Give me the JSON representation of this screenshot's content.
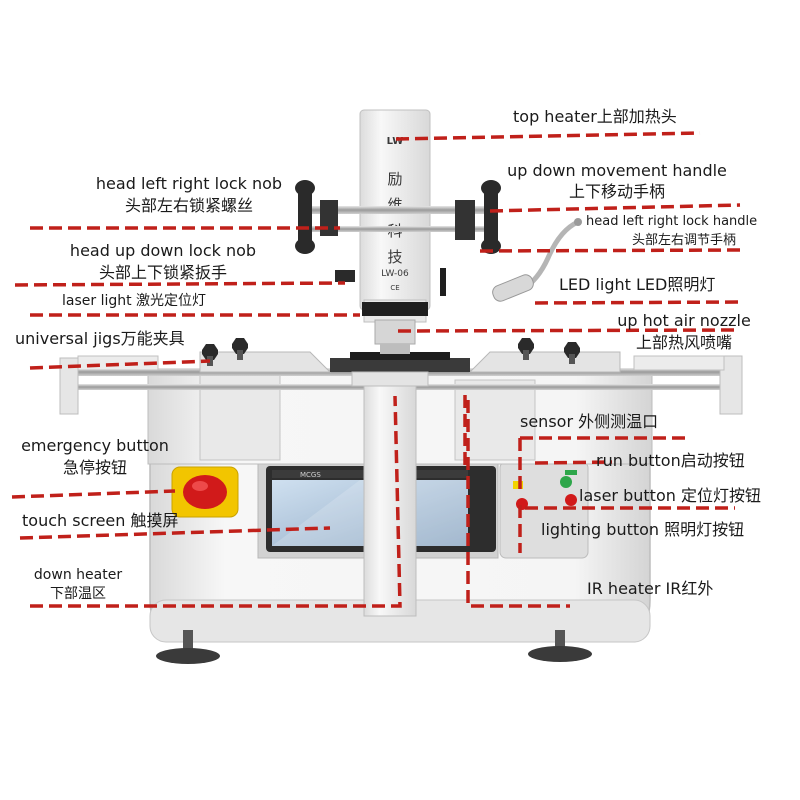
{
  "machine": {
    "brand_logo": "LW",
    "head_chars": [
      "励",
      "维",
      "科",
      "技"
    ],
    "model": "LW-06",
    "ce_mark": "CE",
    "screen_brand": "MCGS"
  },
  "labels": {
    "top_heater": "top heater上部加热头",
    "up_down_handle_en": "up down movement handle",
    "up_down_handle_cn": "上下移动手柄",
    "head_lr_nob_en": "head left right lock nob",
    "head_lr_nob_cn": "头部左右锁紧螺丝",
    "head_lr_handle_en": "head left right lock handle",
    "head_lr_handle_cn": "头部左右调节手柄",
    "head_ud_nob_en": "head up down lock nob",
    "head_ud_nob_cn": "头部上下锁紧扳手",
    "led_light": "LED light LED照明灯",
    "laser_light": "laser light 激光定位灯",
    "hot_air_nozzle_en": "up hot air nozzle",
    "hot_air_nozzle_cn": "上部热风喷嘴",
    "universal_jigs": "universal jigs万能夹具",
    "sensor": "sensor 外侧测温口",
    "emergency_en": "emergency button",
    "emergency_cn": "急停按钮",
    "run_button": "run button启动按钮",
    "laser_button": "laser button 定位灯按钮",
    "touch_screen": "touch screen 触摸屏",
    "lighting_button": "lighting button 照明灯按钮",
    "down_heater_en": "down heater",
    "down_heater_cn": "下部温区",
    "ir_heater": "IR heater IR红外"
  },
  "colors": {
    "leader": "#c0201a",
    "body": "#f2f2f2",
    "panel": "#dcdcdc",
    "dark": "#2b2b2b",
    "emergency_base": "#f2c500",
    "emergency_cap": "#d11a1a"
  }
}
